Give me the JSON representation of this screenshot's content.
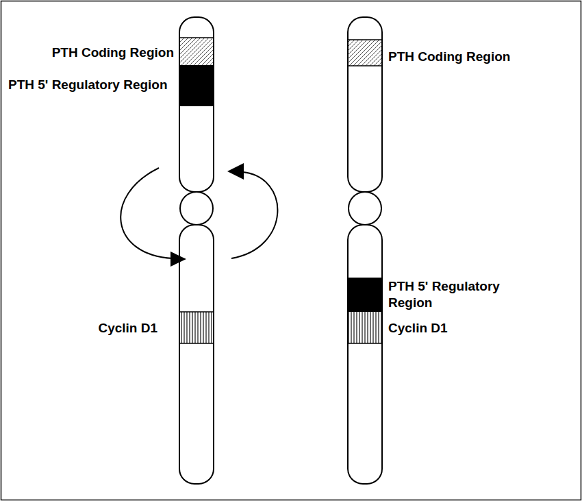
{
  "diagram": {
    "labels": [
      "PTH Coding Region",
      "PTH 5' Regulatory Region",
      "Cyclin D1",
      "PTH Coding Region",
      "PTH 5' Regulatory Region",
      "Cyclin D1"
    ]
  }
}
